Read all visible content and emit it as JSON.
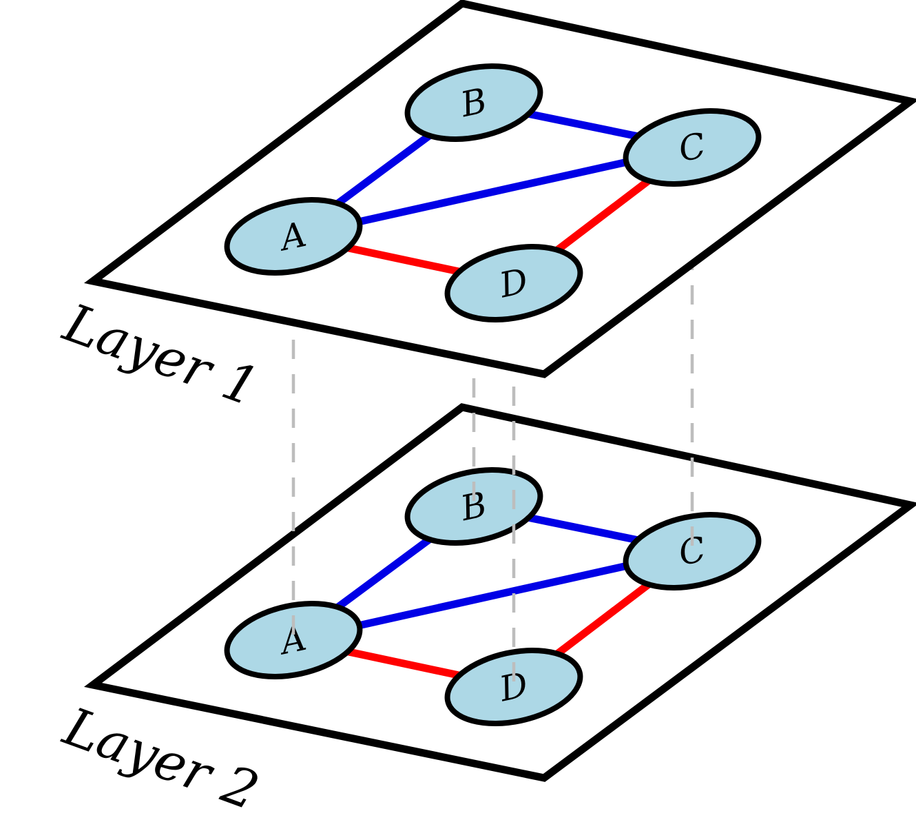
{
  "colors": {
    "node_fill": "#add8e6",
    "edge_blue": "#0000e6",
    "edge_red": "#ff0000",
    "guide_line": "#bdbdbd",
    "outline": "#000000"
  },
  "nodes": [
    {
      "id": "A",
      "label": "A"
    },
    {
      "id": "B",
      "label": "B"
    },
    {
      "id": "C",
      "label": "C"
    },
    {
      "id": "D",
      "label": "D"
    }
  ],
  "edges": [
    {
      "source": "A",
      "target": "B",
      "color": "blue"
    },
    {
      "source": "B",
      "target": "C",
      "color": "blue"
    },
    {
      "source": "A",
      "target": "C",
      "color": "blue"
    },
    {
      "source": "A",
      "target": "D",
      "color": "red"
    },
    {
      "source": "C",
      "target": "D",
      "color": "red"
    }
  ],
  "layers": [
    {
      "id": "layer-1",
      "label": "Layer 1"
    },
    {
      "id": "layer-2",
      "label": "Layer 2"
    }
  ],
  "interlayer_links": [
    "A",
    "B",
    "C",
    "D"
  ]
}
